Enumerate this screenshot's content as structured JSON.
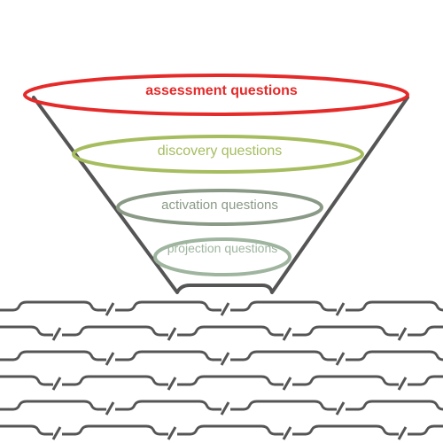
{
  "funnel": {
    "levels": [
      {
        "id": "assessment",
        "label": "assessment questions",
        "color": "#e52a2a"
      },
      {
        "id": "discovery",
        "label": "discovery questions",
        "color": "#a6bd5f"
      },
      {
        "id": "activation",
        "label": "activation questions",
        "color": "#8a9a86"
      },
      {
        "id": "projection",
        "label": "projection questions",
        "color": "#9fb59f"
      }
    ],
    "outline_color": "#555555"
  }
}
